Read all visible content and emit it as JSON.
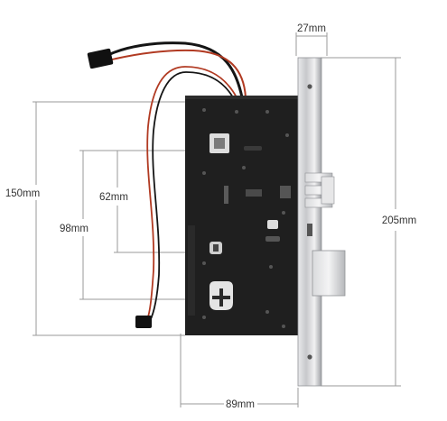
{
  "dimensions": {
    "faceplate_width": "27mm",
    "body_height": "150mm",
    "handle_to_top": "62mm",
    "handle_to_bottom": "98mm",
    "faceplate_height": "205mm",
    "backset": "89mm"
  },
  "colors": {
    "body": "#1f1f1f",
    "faceplate": "#cfd0d2",
    "dimension_line": "#9a9a9a",
    "wire_red": "#b13a22",
    "wire_black": "#151515"
  }
}
